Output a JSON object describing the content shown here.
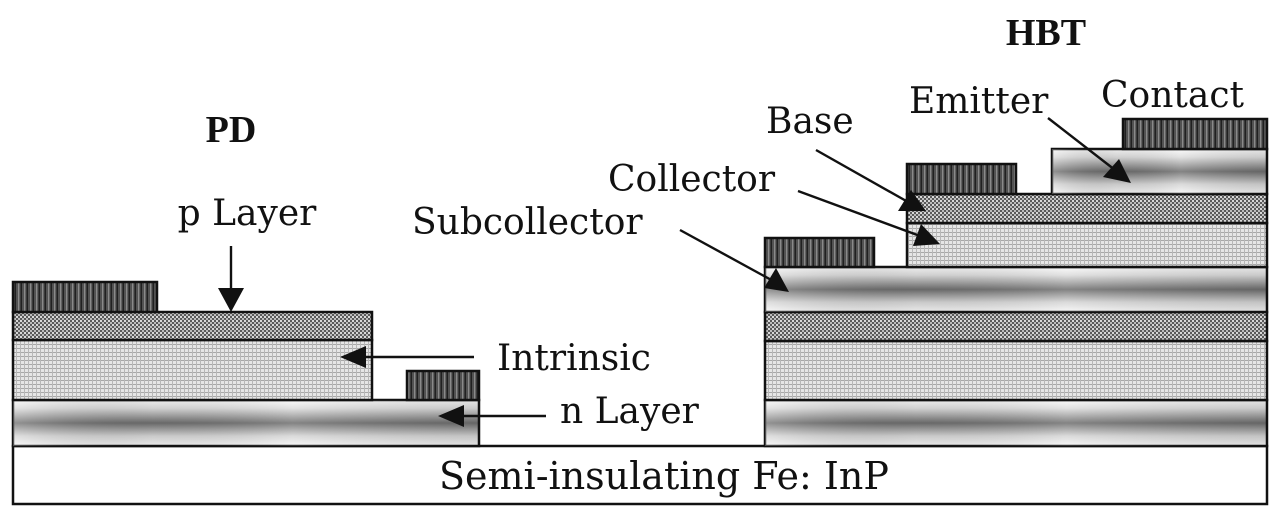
{
  "figure": {
    "devices": {
      "pd": {
        "title": "PD"
      },
      "hbt": {
        "title": "HBT"
      }
    },
    "labels": {
      "p_layer": "p Layer",
      "intrinsic": "Intrinsic",
      "n_layer": "n Layer",
      "subcollector": "Subcollector",
      "collector": "Collector",
      "base": "Base",
      "emitter": "Emitter",
      "contact": "Contact",
      "substrate": "Semi-insulating Fe: InP"
    },
    "materials": {
      "contact_metal": "vertical-stripe dark pattern",
      "doped_contact_layer": "metallic gray cylinder gradient",
      "p_type_base": "dark checker dots",
      "intrinsic_collector": "light grid dots",
      "substrate": "white"
    },
    "colors": {
      "ink": "#111111",
      "background": "#ffffff",
      "metal_dark": "#333333",
      "gradient_mid": "#7a7a7a",
      "gradient_light": "#f2f2f2"
    }
  }
}
